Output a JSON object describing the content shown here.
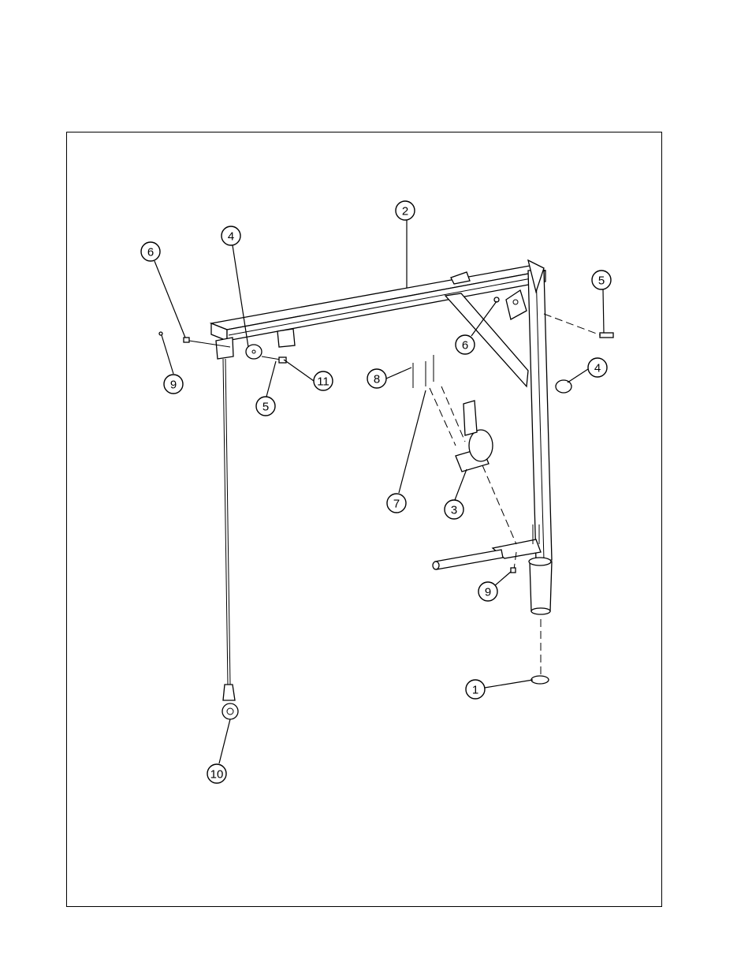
{
  "callouts": [
    {
      "id": "c2",
      "label": "2"
    },
    {
      "id": "c4a",
      "label": "4"
    },
    {
      "id": "c6a",
      "label": "6"
    },
    {
      "id": "c9a",
      "label": "9"
    },
    {
      "id": "c5a",
      "label": "5"
    },
    {
      "id": "c11",
      "label": "11"
    },
    {
      "id": "c5b",
      "label": "5"
    },
    {
      "id": "c6b",
      "label": "6"
    },
    {
      "id": "c4b",
      "label": "4"
    },
    {
      "id": "c8",
      "label": "8"
    },
    {
      "id": "c7",
      "label": "7"
    },
    {
      "id": "c3",
      "label": "3"
    },
    {
      "id": "c9b",
      "label": "9"
    },
    {
      "id": "c1",
      "label": "1"
    },
    {
      "id": "c10",
      "label": "10"
    }
  ]
}
